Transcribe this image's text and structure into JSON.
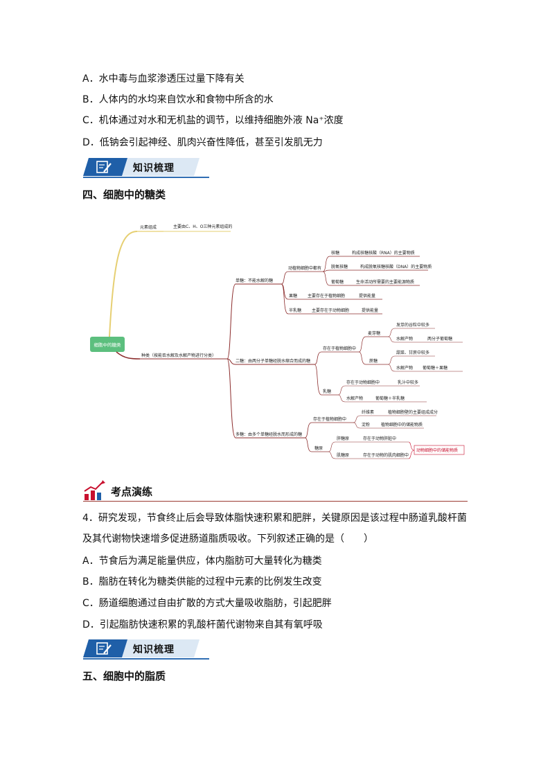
{
  "q3_options": [
    "A．水中毒与血浆渗透压过量下降有关",
    "B．人体内的水均来自饮水和食物中所含的水",
    "C．机体通过对水和无机盐的调节，以维持细胞外液 Na⁺浓度",
    "D．低钠会引起神经、肌肉兴奋性降低，甚至引发肌无力"
  ],
  "banner_title": "知识梳理",
  "section4_title": "四、细胞中的糖类",
  "mindmap": {
    "root": "细胞中的糖类",
    "element_label": "元素组成",
    "element_desc": "主要由C、H、O三种元素组成的",
    "kinds_label": "种类（按能否水解及水解产物进行分类）",
    "mono": "单糖：不能水解的糖",
    "mono_common": "动植物细胞中都有",
    "ribose": "核糖",
    "ribose_desc": "构成核糖核酸（RNA）的主要物质",
    "deoxyribose": "脱氧核糖",
    "deoxyribose_desc": "构成脱氧核糖核酸（DNA）的主要物质",
    "glucose": "葡萄糖",
    "glucose_desc": "生命活动所需要的主要能源物质",
    "fructose": "果糖",
    "fructose_where": "主要存在于植物细胞",
    "fructose_role": "提供能量",
    "galactose": "半乳糖",
    "galactose_where": "主要存在于动物细胞",
    "galactose_role": "提供能量",
    "di": "二糖：由两分子单糖经脱水缩合而成的糖",
    "di_plant": "存在于植物细胞中",
    "maltose": "麦芽糖",
    "maltose_src": "发芽的谷粒中较多",
    "maltose_prod_label": "水解产物",
    "maltose_prod": "两分子葡萄糖",
    "sucrose": "蔗糖",
    "sucrose_src": "甜菜、甘蔗中较多",
    "sucrose_prod_label": "水解产物",
    "sucrose_prod": "葡萄糖＋果糖",
    "lactose": "乳糖",
    "lactose_where": "存在于动物细胞中",
    "lactose_src": "乳汁中较多",
    "lactose_prod_label": "水解产物",
    "lactose_prod": "葡萄糖＋半乳糖",
    "poly": "多糖：由多个单糖经脱水而形成的糖",
    "poly_plant": "存在于植物细胞中",
    "cellulose": "纤维素",
    "cellulose_desc": "植物细胞壁的主要组成成分",
    "starch": "淀粉",
    "starch_desc": "植物细胞中的储能物质",
    "glycogen": "糖原",
    "liver_glycogen": "肝糖原",
    "liver_glycogen_where": "存在于动物肝脏中",
    "muscle_glycogen": "肌糖原",
    "muscle_glycogen_where": "存在于动物的肌肉细胞中",
    "glycogen_role": "动物细胞中的储能物质"
  },
  "drill_title": "考点演练",
  "q4_lines": [
    "4．研究发现，节食终止后会导致体脂快速积累和肥胖，关键原因是该过程中肠道乳酸杆菌",
    "及其代谢物快速增多促进肠道脂质吸收。下列叙述正确的是（　　）"
  ],
  "q4_options": [
    "A．节食后为满足能量供应，体内脂肪可大量转化为糖类",
    "B．脂肪在转化为糖类供能的过程中元素的比例发生改变",
    "C．肠道细胞通过自由扩散的方式大量吸收脂肪，引起肥胖",
    "D．引起脂肪快速积累的乳酸杆菌代谢物来自其有氧呼吸"
  ],
  "section5_title": "五、细胞中的脂质",
  "colors": {
    "banner_blue": "#1f5fa8",
    "banner_light": "#dce8f4",
    "root_green": "#5cbf7e",
    "branch_yellow": "#e6cf72",
    "branch_brown": "#8b2b2b",
    "highlight_red": "#c8102e"
  }
}
